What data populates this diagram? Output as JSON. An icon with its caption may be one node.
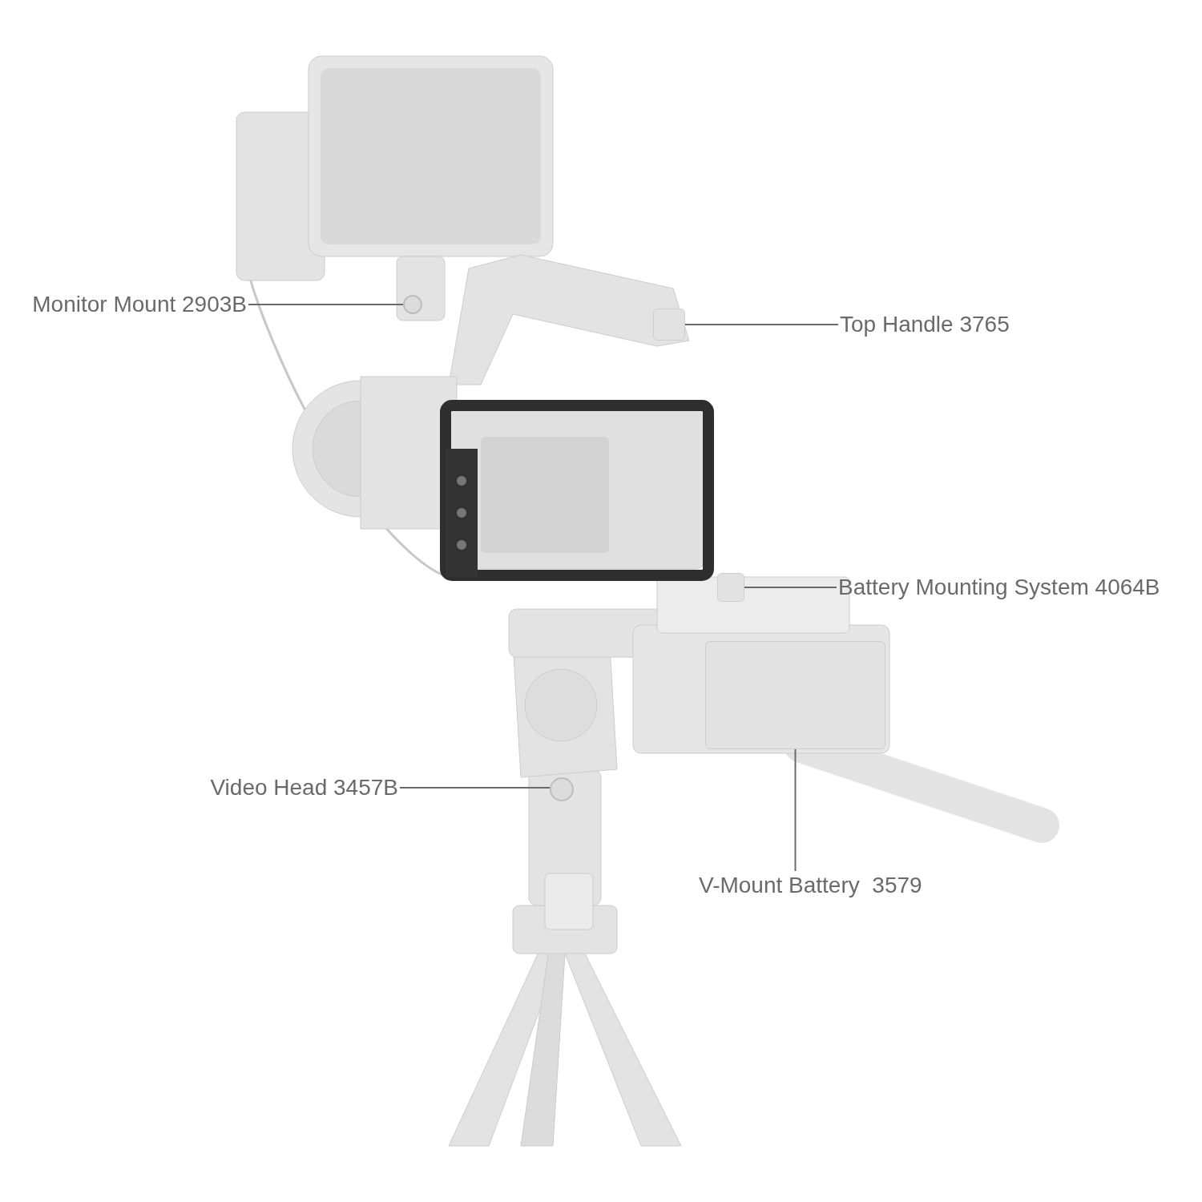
{
  "diagram": {
    "nodes": [
      {
        "text": [
          "Monitor Mount 2903B"
        ]
      },
      {
        "text": [],
        "shape": "circle"
      },
      {
        "text": [
          "Top Handle 3765"
        ]
      },
      {
        "text": [],
        "shape": "picture"
      },
      {
        "text": [
          "Battery Mounting System 4064B"
        ]
      },
      {
        "text": [],
        "shape": "picture"
      },
      {
        "text": [
          "Video Head 3457B"
        ]
      },
      {
        "text": [],
        "shape": "circle"
      },
      {
        "text": [
          "V-Mount Battery  3579"
        ]
      },
      {
        "text": [],
        "shape": "picture"
      }
    ],
    "edges": [
      {
        "from": 0,
        "to": 1,
        "arrow": "none"
      },
      {
        "from": 2,
        "to": 3,
        "arrow": "none"
      },
      {
        "from": 4,
        "to": 5,
        "arrow": "none"
      },
      {
        "from": 6,
        "to": 7,
        "arrow": "none"
      },
      {
        "from": 8,
        "to": 9,
        "arrow": "none"
      }
    ]
  }
}
